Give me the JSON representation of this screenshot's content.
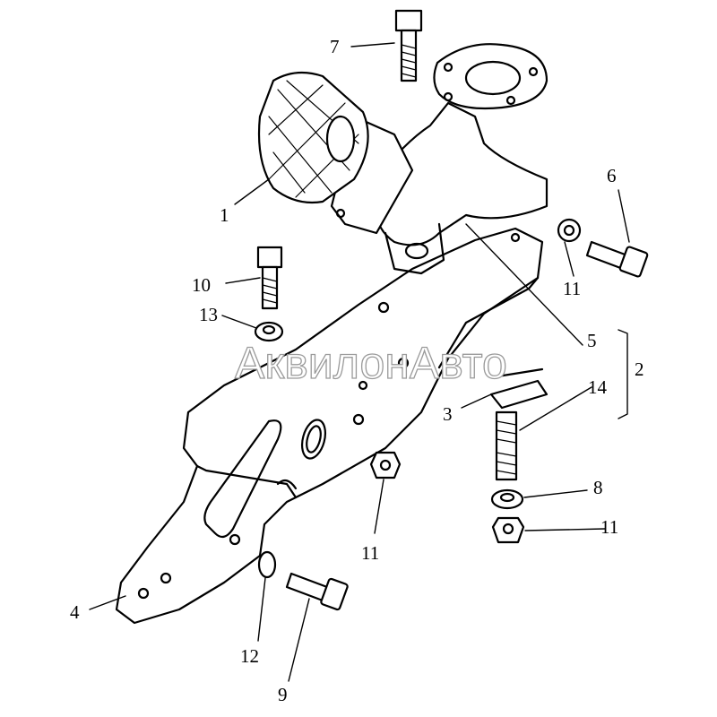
{
  "diagram": {
    "watermark": "АквилонАвто",
    "callouts": {
      "c1": "1",
      "c2": "2",
      "c3": "3",
      "c4": "4",
      "c5": "5",
      "c6": "6",
      "c7": "7",
      "c8": "8",
      "c9": "9",
      "c10": "10",
      "c11a": "11",
      "c11b": "11",
      "c11c": "11",
      "c12": "12",
      "c13": "13",
      "c14": "14"
    }
  }
}
